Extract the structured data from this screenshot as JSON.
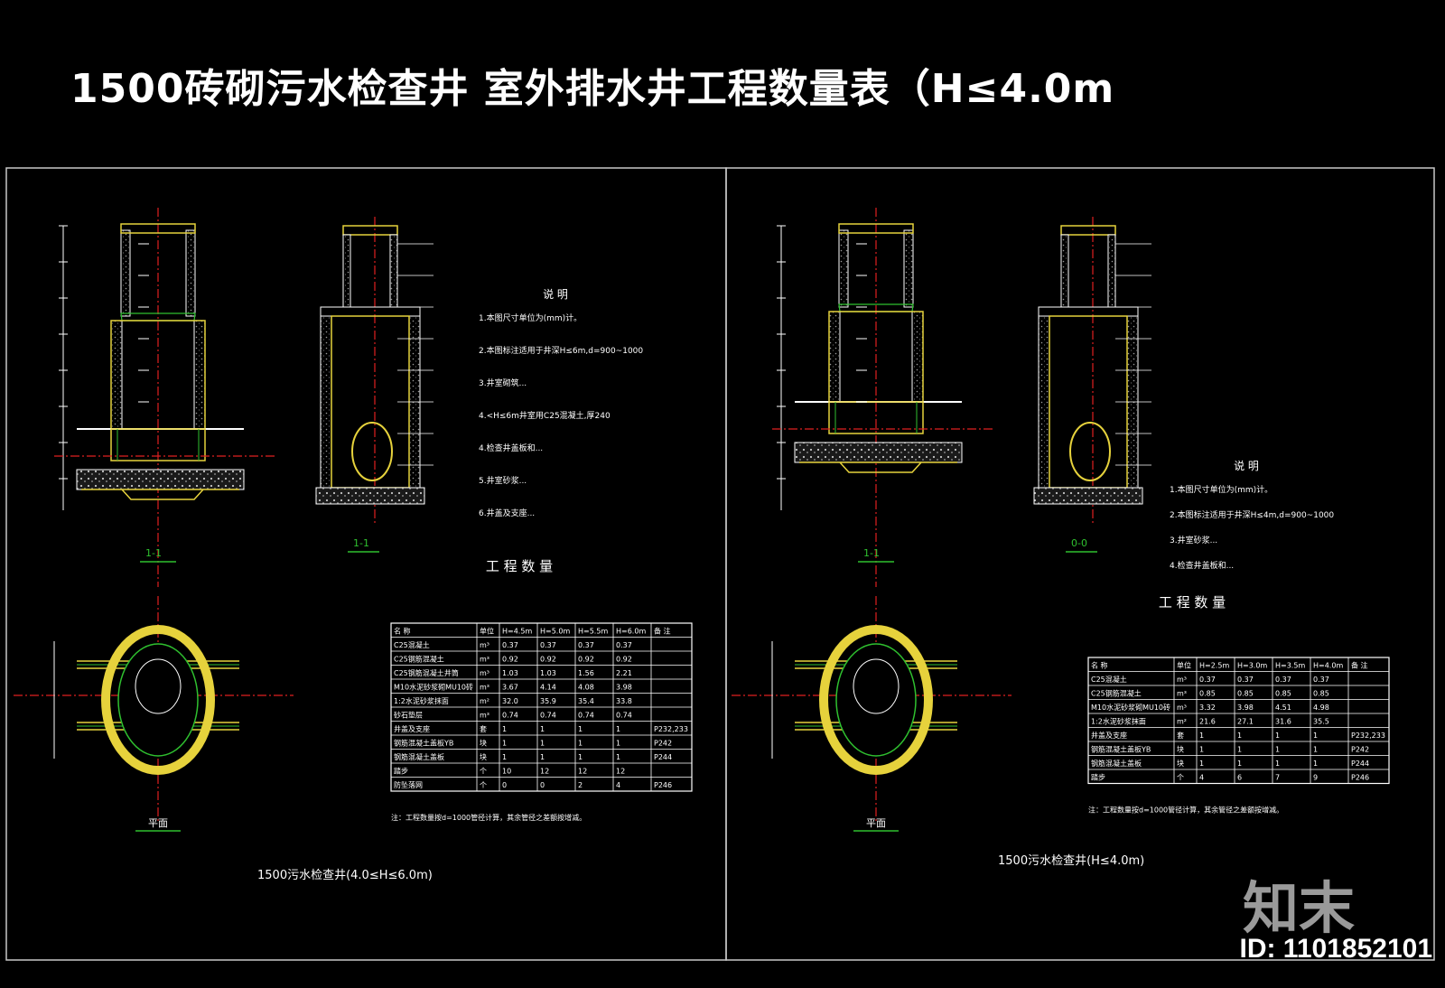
{
  "title": "1500砖砌污水检查井 室外排水井工程数量表（H≤4.0m",
  "colors": {
    "background": "#000000",
    "frame": "#c8c8c8",
    "centerline": "#e02020",
    "wall": "#e6d23c",
    "green": "#2fc02f",
    "cyan": "#40d0e0",
    "white": "#ffffff"
  },
  "left_sheet": {
    "notes_heading": "说 明",
    "notes": [
      "1.本图尺寸单位为(mm)计。",
      "2.本图标注适用于井深H≤6m,d=900~1000",
      "3.井室砌筑...",
      "4.<H≤6m井室用C25混凝土,厚240",
      "4.检查井盖板和...",
      "5.井室砂浆...",
      "6.井盖及支座..."
    ],
    "section_label_1": "1-1",
    "section_label_2": "1-1",
    "plan_label": "平面",
    "qty_heading": "工 程 数 量",
    "table_headers": [
      "名 称",
      "单位",
      "H=4.5m",
      "H=5.0m",
      "H=5.5m",
      "H=6.0m",
      "备 注"
    ],
    "table_rows": [
      [
        "C25混凝土",
        "m³",
        "0.37",
        "0.37",
        "0.37",
        "0.37",
        ""
      ],
      [
        "C25钢筋混凝土",
        "m³",
        "0.92",
        "0.92",
        "0.92",
        "0.92",
        ""
      ],
      [
        "C25钢筋混凝土井筒",
        "m³",
        "1.03",
        "1.03",
        "1.56",
        "2.21",
        ""
      ],
      [
        "M10水泥砂浆砌MU10砖",
        "m³",
        "3.67",
        "4.14",
        "4.08",
        "3.98",
        ""
      ],
      [
        "1:2水泥砂浆抹面",
        "m²",
        "32.0",
        "35.9",
        "35.4",
        "33.8",
        ""
      ],
      [
        "砂石垫层",
        "m³",
        "0.74",
        "0.74",
        "0.74",
        "0.74",
        ""
      ],
      [
        "井盖及支座",
        "套",
        "1",
        "1",
        "1",
        "1",
        "P232,233"
      ],
      [
        "钢筋混凝土盖板YB",
        "块",
        "1",
        "1",
        "1",
        "1",
        "P242"
      ],
      [
        "钢筋混凝土盖板",
        "块",
        "1",
        "1",
        "1",
        "1",
        "P244"
      ],
      [
        "踏步",
        "个",
        "10",
        "12",
        "12",
        "12",
        ""
      ],
      [
        "防坠落网",
        "个",
        "0",
        "0",
        "2",
        "4",
        "P246"
      ]
    ],
    "table_note": "注：工程数量按d=1000管径计算，其余管径之差额按增减。",
    "drawing_caption": "1500污水检查井(4.0≤H≤6.0m)"
  },
  "right_sheet": {
    "notes_heading": "说 明",
    "notes": [
      "1.本图尺寸单位为(mm)计。",
      "2.本图标注适用于井深H≤4m,d=900~1000",
      "3.井室砂浆...",
      "4.检查井盖板和..."
    ],
    "section_label_1": "1-1",
    "section_label_2": "0-0",
    "plan_label": "平面",
    "qty_heading": "工 程 数 量",
    "table_headers": [
      "名 称",
      "单位",
      "H=2.5m",
      "H=3.0m",
      "H=3.5m",
      "H=4.0m",
      "备 注"
    ],
    "table_rows": [
      [
        "C25混凝土",
        "m³",
        "0.37",
        "0.37",
        "0.37",
        "0.37",
        ""
      ],
      [
        "C25钢筋混凝土",
        "m³",
        "0.85",
        "0.85",
        "0.85",
        "0.85",
        ""
      ],
      [
        "M10水泥砂浆砌MU10砖",
        "m³",
        "3.32",
        "3.98",
        "4.51",
        "4.98",
        ""
      ],
      [
        "1:2水泥砂浆抹面",
        "m²",
        "21.6",
        "27.1",
        "31.6",
        "35.5",
        ""
      ],
      [
        "井盖及支座",
        "套",
        "1",
        "1",
        "1",
        "1",
        "P232,233"
      ],
      [
        "钢筋混凝土盖板YB",
        "块",
        "1",
        "1",
        "1",
        "1",
        "P242"
      ],
      [
        "钢筋混凝土盖板",
        "块",
        "1",
        "1",
        "1",
        "1",
        "P244"
      ],
      [
        "踏步",
        "个",
        "4",
        "6",
        "7",
        "9",
        "P246"
      ]
    ],
    "table_note": "注：工程数量按d=1000管径计算，其余管径之差额按增减。",
    "drawing_caption": "1500污水检查井(H≤4.0m)"
  },
  "watermark": {
    "logo": "知末",
    "id": "ID: 1101852101"
  }
}
